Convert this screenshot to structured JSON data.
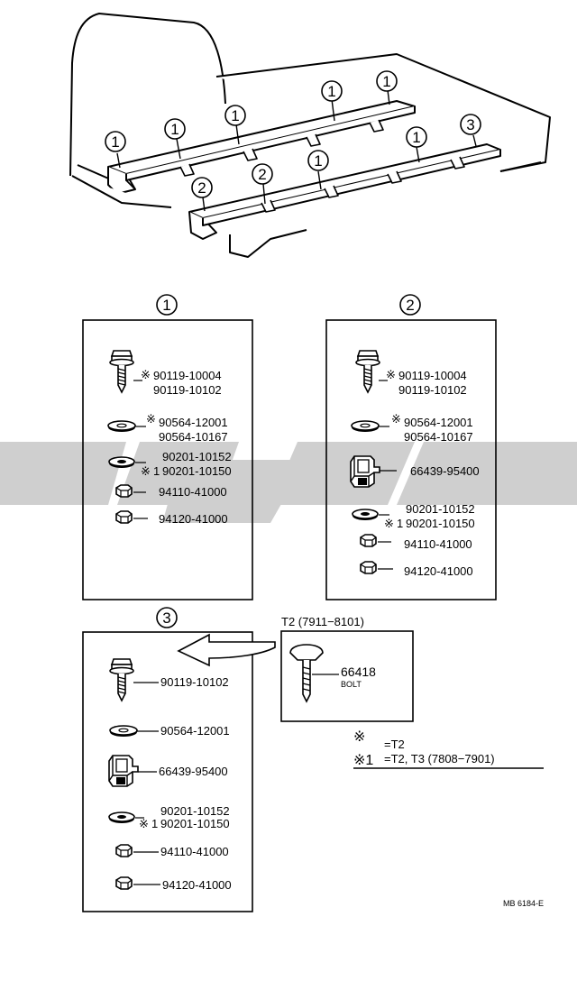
{
  "callouts": {
    "c1": "1",
    "c2": "2",
    "c3": "3"
  },
  "box1": {
    "title": "1",
    "bolt_a": "90119-10004",
    "bolt_b": "90119-10102",
    "washer_a": "90564-12001",
    "washer_b": "90564-10167",
    "plate_a": "90201-10152",
    "plate_b": "90201-10150",
    "nut_a": "94110-41000",
    "nut_b": "94120-41000"
  },
  "box2": {
    "title": "2",
    "bolt_a": "90119-10004",
    "bolt_b": "90119-10102",
    "washer_a": "90564-12001",
    "washer_b": "90564-10167",
    "clip": "66439-95400",
    "plate_a": "90201-10152",
    "plate_b": "90201-10150",
    "nut_a": "94110-41000",
    "nut_b": "94120-41000"
  },
  "box3": {
    "title": "3",
    "bolt": "90119-10102",
    "washer": "90564-12001",
    "clip": "66439-95400",
    "plate_a": "90201-10152",
    "plate_b": "90201-10150",
    "nut_a": "94110-41000",
    "nut_b": "94120-41000"
  },
  "t2_box": {
    "title": "T2 (7911−8101)",
    "part": "66418",
    "sub": "BOLT"
  },
  "legend": {
    "mark": "※",
    "mark_text": "=T2",
    "mark1": "※1",
    "mark1_text": "=T2, T3 (7808−7901)"
  },
  "footer": {
    "code": "MB 6184-E"
  }
}
